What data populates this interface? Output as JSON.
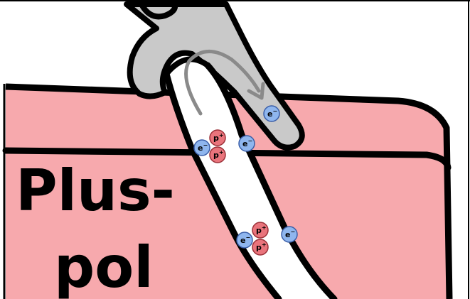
{
  "label": {
    "line1": "Plus-",
    "line2": "pol"
  },
  "particles": {
    "electron_text": "e",
    "electron_sign": "−",
    "proton_text": "p",
    "proton_sign": "+"
  },
  "colors": {
    "container": "#f7a9ad",
    "outline": "#000000",
    "clamp": "#c9c9c9",
    "wire": "#ffffff",
    "electron": "#8fb6ee",
    "proton": "#e9747c",
    "arrow": "#8a8a8a"
  },
  "icons": [
    "clamp-icon",
    "rotation-arrow-icon"
  ]
}
